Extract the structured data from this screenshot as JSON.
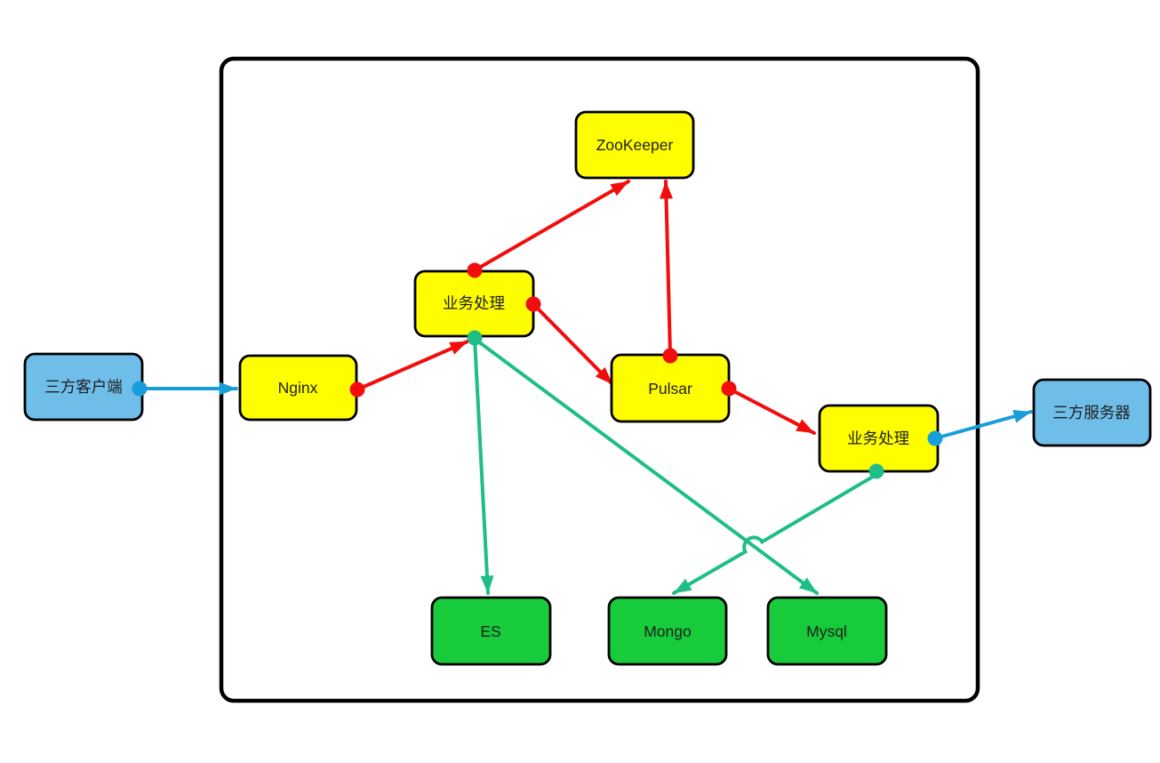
{
  "palette": {
    "node_yellow": "#FEFE00",
    "node_green": "#17CB3B",
    "node_blue": "#6EBEE9",
    "edge_red": "#F20D0D",
    "edge_teal": "#1FBE86",
    "edge_blue": "#189ED8",
    "outline_black": "#000000"
  },
  "diagram": {
    "nodes": [
      {
        "id": "client",
        "label": "三方客户端",
        "color": "blue"
      },
      {
        "id": "nginx",
        "label": "Nginx",
        "color": "yellow"
      },
      {
        "id": "biz1",
        "label": "业务处理",
        "color": "yellow"
      },
      {
        "id": "zookeeper",
        "label": "ZooKeeper",
        "color": "yellow"
      },
      {
        "id": "pulsar",
        "label": "Pulsar",
        "color": "yellow"
      },
      {
        "id": "biz2",
        "label": "业务处理",
        "color": "yellow"
      },
      {
        "id": "server",
        "label": "三方服务器",
        "color": "blue"
      },
      {
        "id": "es",
        "label": "ES",
        "color": "green"
      },
      {
        "id": "mongo",
        "label": "Mongo",
        "color": "green"
      },
      {
        "id": "mysql",
        "label": "Mysql",
        "color": "green"
      }
    ],
    "edges": [
      {
        "from": "client",
        "to": "nginx",
        "color": "blue"
      },
      {
        "from": "nginx",
        "to": "biz1",
        "color": "red"
      },
      {
        "from": "biz1",
        "to": "zookeeper",
        "color": "red"
      },
      {
        "from": "biz1",
        "to": "pulsar",
        "color": "red"
      },
      {
        "from": "pulsar",
        "to": "zookeeper",
        "color": "red"
      },
      {
        "from": "pulsar",
        "to": "biz2",
        "color": "red"
      },
      {
        "from": "biz2",
        "to": "server",
        "color": "blue"
      },
      {
        "from": "biz1",
        "to": "es",
        "color": "teal"
      },
      {
        "from": "biz1",
        "to": "mysql",
        "color": "teal"
      },
      {
        "from": "biz2",
        "to": "mongo",
        "color": "teal"
      }
    ]
  }
}
